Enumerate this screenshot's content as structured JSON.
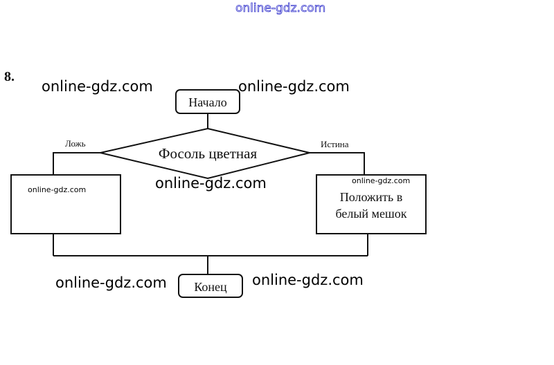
{
  "problem_number": "8.",
  "flowchart": {
    "start": "Начало",
    "condition": "Фосоль цветная",
    "false_label": "Ложь",
    "true_label": "Истина",
    "false_action": "",
    "true_action_line1": "Положить в",
    "true_action_line2": "белый мешок",
    "end": "Конец"
  },
  "watermarks": {
    "top": "online-gdz.com",
    "w1": "online-gdz.com",
    "w2": "online-gdz.com",
    "w3": "online-gdz.com",
    "w4": "online-gdz.com",
    "w5": "online-gdz.com",
    "small_left": "online-gdz.com",
    "small_right": "online-gdz.com"
  }
}
